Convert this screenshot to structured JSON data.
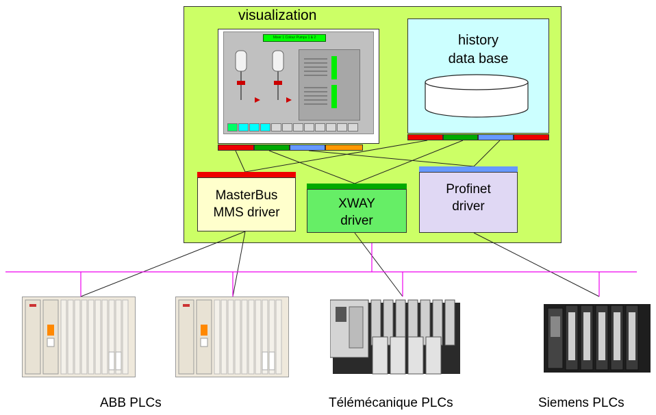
{
  "visualization": {
    "title": "visualization",
    "screen_banner": "Mixer 1 Colour Pumps 1 & 2"
  },
  "history": {
    "line1": "history",
    "line2": "data base"
  },
  "drivers": {
    "masterbus": {
      "line1": "MasterBus",
      "line2": "MMS driver"
    },
    "xway": {
      "line1": "XWAY",
      "line2": "driver"
    },
    "profinet": {
      "line1": "Profinet",
      "line2": "driver"
    }
  },
  "plcs": {
    "abb_label": "ABB PLCs",
    "tele_label": "Télémécanique PLCs",
    "siemens_label": "Siemens PLCs"
  },
  "colors": {
    "vis_bg": "#ccff66",
    "history_bg": "#ccffff",
    "masterbus_bg": "#ffffcc",
    "xway_bg": "#66ee66",
    "profinet_bg": "#e0d8f4",
    "bus_line": "#ee00ee",
    "seg_red": "#ee0000",
    "seg_green": "#00aa00",
    "seg_blue": "#6699ff",
    "seg_orange": "#ff9900"
  }
}
